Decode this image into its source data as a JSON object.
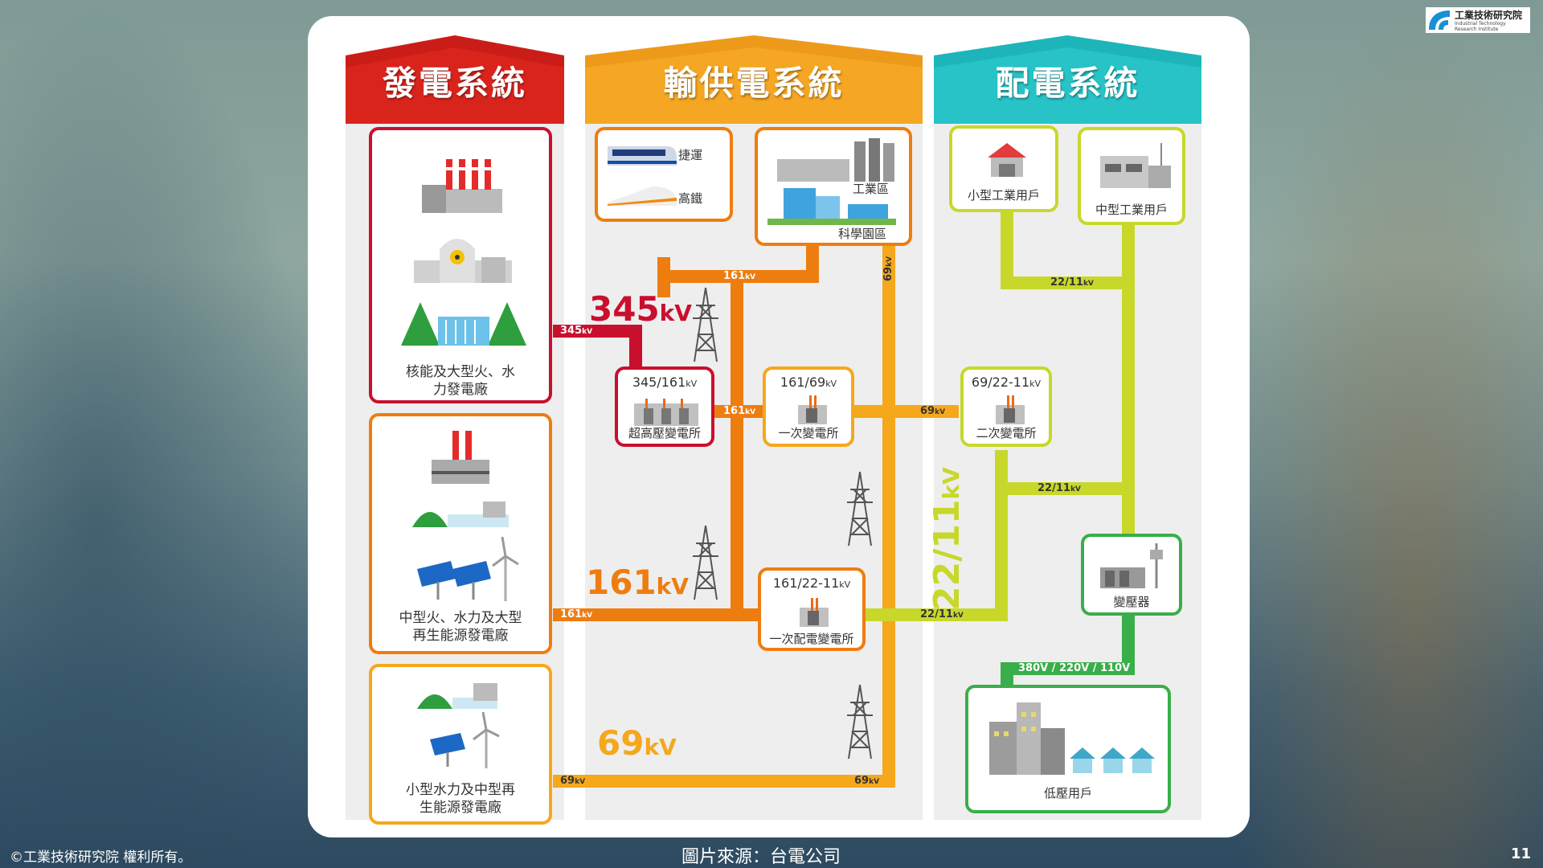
{
  "headers": {
    "generation": "發電系統",
    "transmission": "輸供電系統",
    "distribution": "配電系統"
  },
  "generation": {
    "large_plants": "核能及大型火、水力發電廠",
    "medium_plants": "中型火、水力及大型再生能源發電廠",
    "small_plants": "小型水力及中型再生能源發電廠"
  },
  "transmission": {
    "mrt": "捷運",
    "hsr": "高鐵",
    "industrial_zone": "工業區",
    "science_park": "科學園區",
    "ehv_substation_voltage": "345/161",
    "ehv_substation_name": "超高壓變電所",
    "primary_substation_voltage": "161/69",
    "primary_substation_name": "一次變電所",
    "primary_dist_voltage": "161/22-11",
    "primary_dist_name": "一次配電變電所"
  },
  "distribution": {
    "small_industrial": "小型工業用戶",
    "medium_industrial": "中型工業用戶",
    "secondary_substation_voltage": "69/22-11",
    "secondary_substation_name": "二次變電所",
    "transformer": "變壓器",
    "low_voltage_users": "低壓用戶"
  },
  "voltages": {
    "kv_unit": "kV",
    "big_345": "345",
    "big_161": "161",
    "big_69": "69",
    "big_22_11": "22/11",
    "v345": "345",
    "v161": "161",
    "v69": "69",
    "v22_11": "22/11",
    "low_voltage": "380V / 220V / 110V"
  },
  "footer": {
    "copyright": "©工業技術研究院  權利所有。",
    "source": "圖片來源：台電公司",
    "page_number": "11"
  },
  "logo": {
    "name": "工業技術研究院",
    "english": "Industrial Technology Research Institute"
  },
  "colors": {
    "generation": "#d81e1e",
    "transmission": "#f5a623",
    "distribution": "#27c3c6",
    "line_345": "#c8102e",
    "line_161": "#ee7d10",
    "line_69": "#f5a81c",
    "line_22": "#c7d82a",
    "line_low": "#3aae4a"
  }
}
